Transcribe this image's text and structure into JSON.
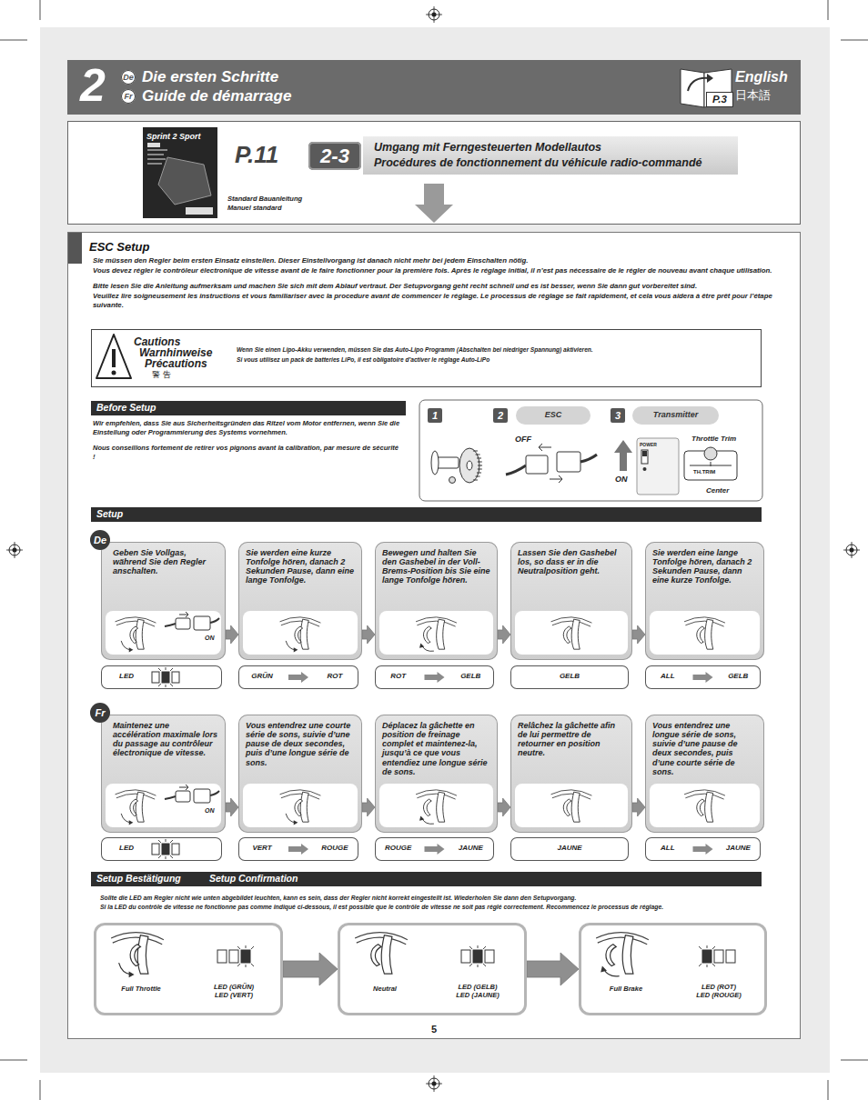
{
  "diagram": {
    "nodes": [
      {
        "text": [
          "2",
          "Die ersten Schritte",
          "Guide de démarrage"
        ]
      },
      {
        "text": [
          "De"
        ],
        "in": 0
      },
      {
        "text": [
          "Fr"
        ],
        "in": 0
      },
      {
        "text": [
          "English",
          "日本語"
        ],
        "in": 0
      },
      {
        "text": [
          "P.3"
        ],
        "in": 3
      },
      {
        "text": [
          "P.11"
        ]
      },
      {
        "text": [
          "2-3"
        ],
        "in": 5
      },
      {
        "text": [
          "Umgang mit Ferngesteuerten Modellautos",
          "Procédures de fonctionnement du véhicule radio-commandé"
        ],
        "in": 5
      },
      {
        "text": [
          "ESC Setup",
          "Sie müssen den Regler beim ersten Einsatz einstellen. Dieser Einstellvorgang ist danach nicht mehr bei jedem Einschalten nötig.",
          "Vous devez régler le contrôleur électronique de vitesse avant de le faire fonctionner pour la première fois. Après le réglage initial, il n’est pas nécessaire de le régler de nouveau avant chaque utilisation.",
          "Bitte lesen Sie die Anleitung aufmerksam und machen Sie sich mit dem Ablauf vertraut. Der Setupvorgang geht recht schnell und es ist besser, wenn Sie dann gut vorbereitet sind.",
          "Veuillez lire soigneusement les instructions et vous familiariser avec la procedure avant de commencer le réglage. Le processus de réglage se fait rapidement, et cela vous aidera à être prêt pour l’étape suivante."
        ]
      },
      {
        "text": [
          "Cautions",
          "Warnhinweise",
          "Précautions",
          "警 告",
          "Wenn Sie einen Lipo-Akku verwenden, müssen Sie das Auto-Lipo Programm (Abschalten bei niedriger Spannung) aktivieren.",
          "Si vous utilisez un pack de batteries LiPo, il est obligatoire d’activer le réglage Auto-LiPo"
        ],
        "in": 8
      },
      {
        "text": [
          "Before Setup"
        ],
        "in": 8
      },
      {
        "text": [
          "ESC"
        ],
        "in": 8
      },
      {
        "text": [
          "Transmitter"
        ],
        "in": 8
      },
      {
        "text": [
          "Setup"
        ],
        "in": 8
      },
      {
        "text": [
          "Geben Sie Vollgas, während Sie den Regler anschalten."
        ],
        "in": 8
      },
      {
        "text": [
          "Sie werden eine kurze Tonfolge hören, danach 2 Sekunden Pause, dann eine lange Tonfolge."
        ],
        "in": 8
      },
      {
        "text": [
          "Bewegen und halten Sie den Gashebel in der Voll-Brems-Position bis Sie eine lange Tonfolge hören."
        ],
        "in": 8
      },
      {
        "text": [
          "Lassen Sie den Gashebel los, so dass er in die Neutralposition geht."
        ],
        "in": 8
      },
      {
        "text": [
          "Sie werden eine lange Tonfolge hören, danach 2 Sekunden Pause, dann eine kurze Tonfolge."
        ],
        "in": 8
      },
      {
        "text": [
          "LED"
        ],
        "in": 8
      },
      {
        "text": [
          "GRÜN",
          "ROT"
        ],
        "in": 8
      },
      {
        "text": [
          "ROT",
          "GELB"
        ],
        "in": 8
      },
      {
        "text": [
          "GELB"
        ],
        "in": 8
      },
      {
        "text": [
          "ALL",
          "GELB"
        ],
        "in": 8
      },
      {
        "text": [
          "Maintenez une accélération maximale lors du passage au contrôleur électronique de vitesse."
        ],
        "in": 8
      },
      {
        "text": [
          "Vous entendrez une courte série de sons, suivie d’une pause de deux secondes, puis d’une longue série de sons."
        ],
        "in": 8
      },
      {
        "text": [
          "Déplacez la gâchette en position de freinage complet et maintenez-la, jusqu’à ce que vous entendiez une longue série de sons."
        ],
        "in": 8
      },
      {
        "text": [
          "Relâchez la gâchette afin de lui permettre de retourner en position neutre."
        ],
        "in": 8
      },
      {
        "text": [
          "Vous entendrez une longue série de sons, suivie d’une pause de deux secondes, puis d’une courte série de sons."
        ],
        "in": 8
      },
      {
        "text": [
          "LED"
        ],
        "in": 8
      },
      {
        "text": [
          "VERT",
          "ROUGE"
        ],
        "in": 8
      },
      {
        "text": [
          "ROUGE",
          "JAUNE"
        ],
        "in": 8
      },
      {
        "text": [
          "JAUNE"
        ],
        "in": 8
      },
      {
        "text": [
          "ALL",
          "JAUNE"
        ],
        "in": 8
      },
      {
        "text": [
          "Setup Bestätigung",
          "Setup Confirmation"
        ],
        "in": 8
      },
      {
        "text": [
          "Full Throttle",
          "LED (GRÜN)",
          "LED (VERT)"
        ],
        "in": 8
      },
      {
        "text": [
          "Neutral",
          "LED (GELB)",
          "LED (JAUNE)"
        ],
        "in": 8
      },
      {
        "text": [
          "Full Brake",
          "LED (ROT)",
          "LED (ROUGE)"
        ],
        "in": 8
      }
    ],
    "edges": [
      {
        "from": 14,
        "to": 15,
        "arrow": "to"
      },
      {
        "from": 15,
        "to": 16,
        "arrow": "to"
      },
      {
        "from": 16,
        "to": 17,
        "arrow": "to"
      },
      {
        "from": 17,
        "to": 18,
        "arrow": "to"
      },
      {
        "from": 24,
        "to": 25,
        "arrow": "to"
      },
      {
        "from": 25,
        "to": 26,
        "arrow": "to"
      },
      {
        "from": 26,
        "to": 27,
        "arrow": "to"
      },
      {
        "from": 27,
        "to": 28,
        "arrow": "to"
      },
      {
        "from": 35,
        "to": 36,
        "arrow": "to"
      },
      {
        "from": 36,
        "to": 37,
        "arrow": "to"
      }
    ],
    "labels": [
      "Sprint 2 Sport",
      "Standard Bauanleitung",
      "Manuel standard",
      "Wir empfehlen, dass Sie aus Sicherheitsgründen das Ritzel vom Motor entfernen, wenn Sie die Einstellung oder Programmierung des Systems vornehmen.",
      "Nous conseillons fortement de retirer vos pignons avant la calibration, par mesure de sécurité !",
      "1",
      "2",
      "3",
      "OFF",
      "POWER",
      "ON",
      "Throttle Trim",
      "TH.TRIM",
      "Center",
      "De",
      "ON",
      "Fr",
      "ON",
      "Sollte die LED am Regler nicht wie unten abgebildet leuchten, kann es sein, dass der Regler nicht korrekt eingestellt ist. Wiederholen Sie dann den Setupvorgang.",
      "Si la LED du contrôle de vitesse ne fonctionne pas comme indiqué ci-dessous, il est possible que le contrôle de vitesse ne soit pas réglé correctement. Recommencez le processus de réglage.",
      "5"
    ]
  }
}
